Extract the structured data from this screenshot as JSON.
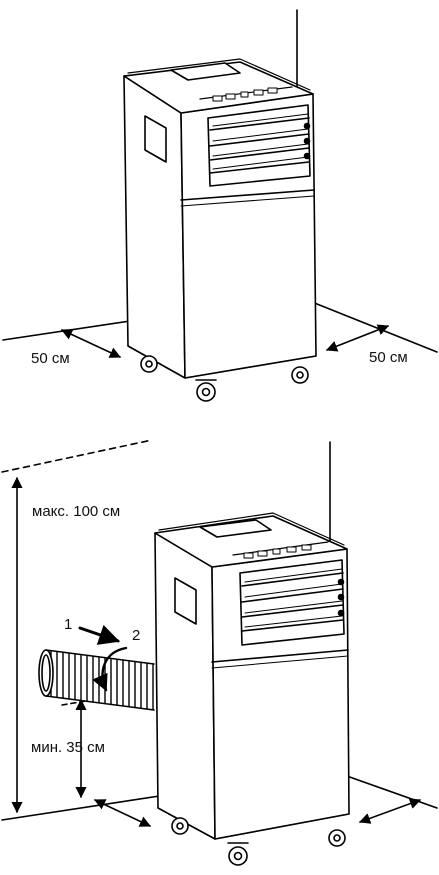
{
  "top_figure": {
    "left_clearance": "50 см",
    "right_clearance": "50 см"
  },
  "bottom_figure": {
    "max_height": "макс. 100 см",
    "min_height": "мин. 35 см",
    "step_1": "1",
    "step_2": "2"
  }
}
